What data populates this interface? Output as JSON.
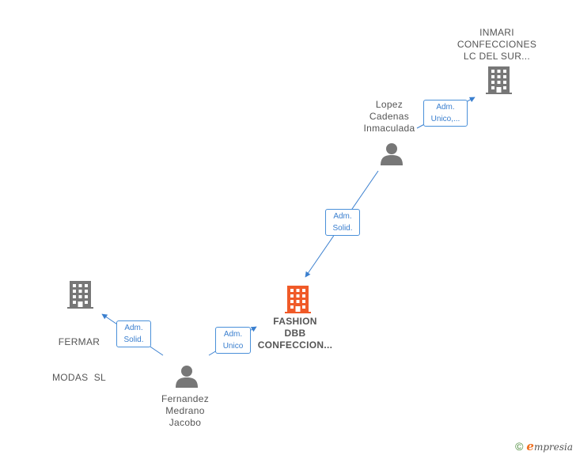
{
  "colors": {
    "edge": "#3a7fcf",
    "building_gray": "#777777",
    "building_main": "#f05a28",
    "person": "#777777"
  },
  "nodes": {
    "inmari": {
      "type": "company",
      "lines": [
        "INMARI",
        "CONFECCIONES",
        "LC DEL SUR..."
      ],
      "icon": "building-icon"
    },
    "lopez": {
      "type": "person",
      "lines": [
        "Lopez",
        "Cadenas",
        "Inmaculada"
      ],
      "icon": "person-icon"
    },
    "fashion": {
      "type": "company",
      "lines": [
        "FASHION",
        "DBB",
        "CONFECCION..."
      ],
      "icon": "building-icon"
    },
    "fermar": {
      "type": "company",
      "lines": [
        "FERMAR",
        "MODAS  SL"
      ],
      "icon": "building-icon"
    },
    "fernandez": {
      "type": "person",
      "lines": [
        "Fernandez",
        "Medrano",
        "Jacobo"
      ],
      "icon": "person-icon"
    }
  },
  "edges": {
    "lopez_inmari": {
      "lines": [
        "Adm.",
        "Unico,..."
      ]
    },
    "lopez_fashion": {
      "lines": [
        "Adm.",
        "Solid."
      ]
    },
    "fernandez_fermar": {
      "lines": [
        "Adm.",
        "Solid."
      ]
    },
    "fernandez_fashion": {
      "lines": [
        "Adm.",
        "Unico"
      ]
    }
  },
  "footer": {
    "copyright": "©",
    "brand_initial": "e",
    "brand_rest": "mpresia"
  }
}
